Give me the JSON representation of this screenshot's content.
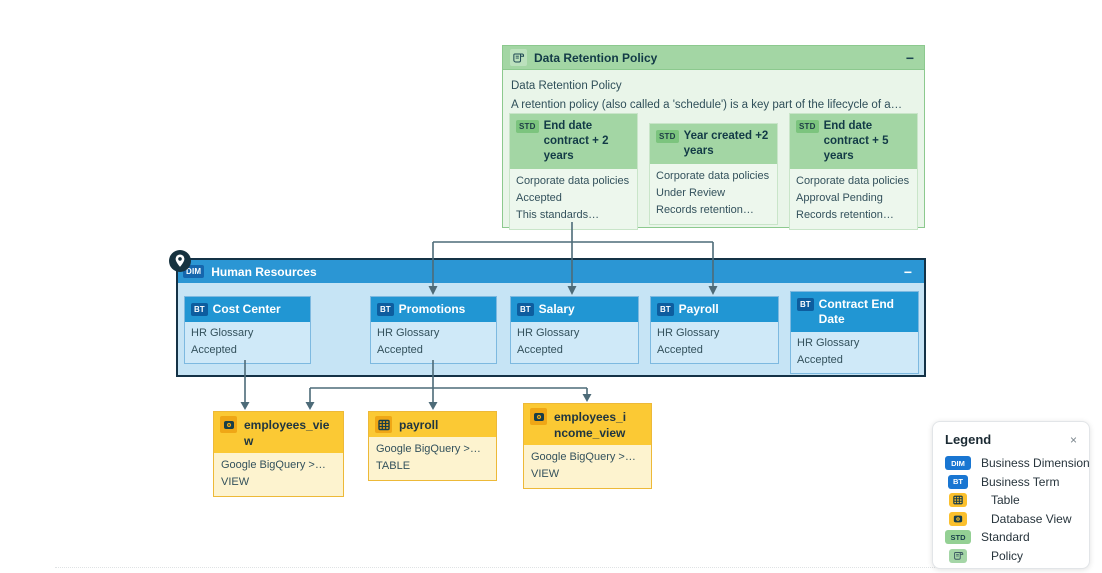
{
  "policy_group": {
    "title": "Data Retention Policy",
    "collapse_label": "−",
    "description_line1": "Data Retention Policy",
    "description_line2": "A retention policy (also called a 'schedule') is a key part of the lifecycle of a…",
    "standards": [
      {
        "badge": "STD",
        "title": "End date contract + 2 years",
        "lines": [
          "Corporate data policies",
          "Accepted",
          "This standards…"
        ]
      },
      {
        "badge": "STD",
        "title": "Year created +2 years",
        "lines": [
          "Corporate data policies",
          "Under Review",
          "Records retention…"
        ]
      },
      {
        "badge": "STD",
        "title": "End date contract + 5 years",
        "lines": [
          "Corporate data policies",
          "Approval Pending",
          "Records retention…"
        ]
      }
    ]
  },
  "dimension_group": {
    "badge": "DIM",
    "title": "Human Resources",
    "collapse_label": "−",
    "terms": [
      {
        "badge": "BT",
        "title": "Cost Center",
        "lines": [
          "HR Glossary",
          "Accepted"
        ]
      },
      {
        "badge": "BT",
        "title": "Promotions",
        "lines": [
          "HR Glossary",
          "Accepted"
        ]
      },
      {
        "badge": "BT",
        "title": "Salary",
        "lines": [
          "HR Glossary",
          "Accepted"
        ]
      },
      {
        "badge": "BT",
        "title": "Payroll",
        "lines": [
          "HR Glossary",
          "Accepted"
        ]
      },
      {
        "badge": "BT",
        "title": "Contract End Date",
        "lines": [
          "HR Glossary",
          "Accepted"
        ]
      }
    ]
  },
  "data_assets": [
    {
      "icon": "database-view",
      "title": "employees_view",
      "lines": [
        "Google BigQuery >…",
        "VIEW"
      ]
    },
    {
      "icon": "table",
      "title": "payroll",
      "lines": [
        "Google BigQuery >…",
        "TABLE"
      ]
    },
    {
      "icon": "database-view",
      "title": "employees_income_view",
      "lines": [
        "Google BigQuery >…",
        "VIEW"
      ]
    }
  ],
  "legend": {
    "title": "Legend",
    "close_label": "×",
    "items": [
      {
        "badge": "DIM",
        "label": "Business Dimension"
      },
      {
        "badge": "BT",
        "label": "Business Term"
      },
      {
        "badge": "",
        "label": "Table"
      },
      {
        "badge": "",
        "label": "Database View"
      },
      {
        "badge": "STD",
        "label": "Standard"
      },
      {
        "badge": "",
        "label": "Policy"
      }
    ]
  },
  "colors": {
    "policy_header": "#a3d6a4",
    "policy_body": "#e9f5e9",
    "dimension_header": "#2b96d4",
    "dimension_body": "#c6e4f5",
    "term_header": "#2196d3",
    "asset_header": "#fbc934",
    "asset_body": "#fdf3cf",
    "arrow": "#4d6b78"
  }
}
